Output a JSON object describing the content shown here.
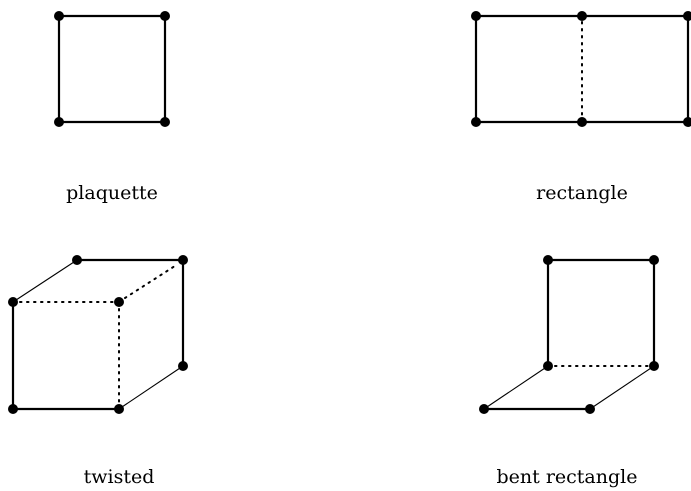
{
  "labels": {
    "plaquette": "plaquette",
    "rectangle": "rectangle",
    "twisted": "twisted",
    "bent_rectangle": "bent rectangle"
  }
}
